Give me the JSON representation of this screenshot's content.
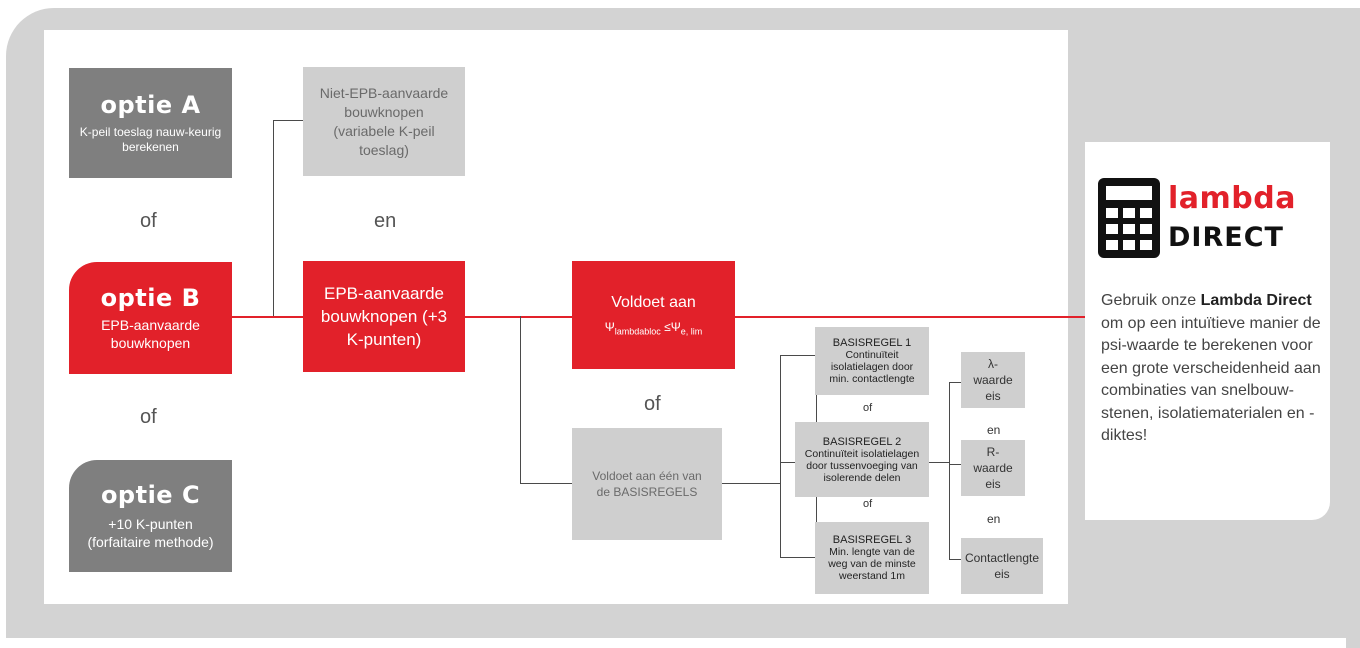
{
  "options": {
    "a": {
      "title": "optie A",
      "desc": "K-peil toeslag nauw-keurig berekenen"
    },
    "b": {
      "title": "optie B",
      "desc": "EPB-aanvaarde bouwknopen"
    },
    "c": {
      "title": "optie C",
      "desc": "+10 K-punten (forfaitaire methode)"
    }
  },
  "connectors": {
    "of1": "of",
    "of2": "of",
    "en1": "en",
    "of3": "of",
    "of_small_1": "of",
    "of_small_2": "of",
    "en_small_1": "en",
    "en_small_2": "en"
  },
  "niet_epb": "Niet-EPB-aanvaarde bouwknopen (variabele K-peil toeslag)",
  "epb_aanvaard": "EPB-aanvaarde bouwknopen (+3 K-punten)",
  "voldoet": {
    "title": "Voldoet aan",
    "psi": "Ψ",
    "sub1": "lambdabloc",
    "cmp": "≤",
    "psi2": "Ψ",
    "sub2": "e, lim"
  },
  "basisregels_box": "Voldoet aan één van de BASISREGELS",
  "rules": [
    {
      "title": "BASISREGEL 1",
      "text": "Continuïteit isolatielagen door min. contactlengte"
    },
    {
      "title": "BASISREGEL 2",
      "text": "Continuïteit isolatielagen door tussenvoeging van isolerende delen"
    },
    {
      "title": "BASISREGEL 3",
      "text": "Min. lengte van de weg van de minste weerstand 1m"
    }
  ],
  "requirements": [
    {
      "label": "λ-waarde eis"
    },
    {
      "label": "R-waarde eis"
    },
    {
      "label": "Contactlengte eis"
    }
  ],
  "logo": {
    "line1": "lambda",
    "line2": "DIRECT"
  },
  "sidebar": {
    "pre": "Gebruik onze ",
    "bold": "Lambda Direct",
    "post": " om op een intuïtieve manier de psi-waarde te berekenen voor een grote verscheidenheid aan combinaties van snelbouw-stenen, isolatiematerialen en -diktes!"
  }
}
